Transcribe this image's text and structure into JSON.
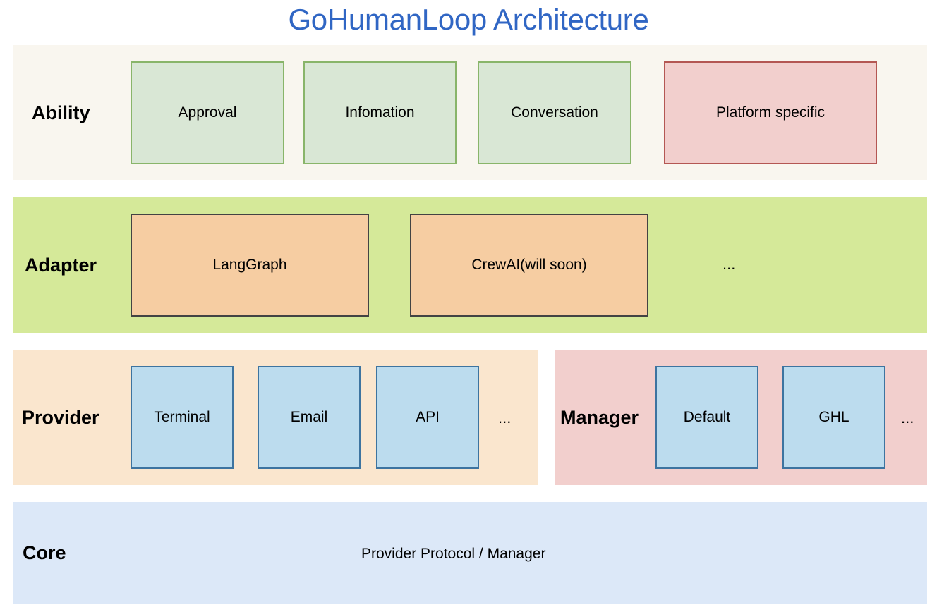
{
  "title": "GoHumanLoop Architecture",
  "colors": {
    "title": "#3066c4",
    "ability_layer_bg": "#f9f6ef",
    "adapter_layer_bg": "#d5e999",
    "provider_layer_bg": "#fae6ce",
    "manager_layer_bg": "#f2cfcd",
    "core_layer_bg": "#dce8f8",
    "green_box_fill": "#d9e7d5",
    "green_box_border": "#89b56a",
    "red_box_fill": "#f2cfcd",
    "red_box_border": "#b45753",
    "orange_box_fill": "#f6cda2",
    "orange_box_border": "#434343",
    "blue_box_fill": "#bcdcee",
    "blue_box_border": "#3d74a0"
  },
  "layers": {
    "ability": {
      "label": "Ability",
      "items": [
        "Approval",
        "Infomation",
        "Conversation",
        "Platform specific"
      ]
    },
    "adapter": {
      "label": "Adapter",
      "items": [
        "LangGraph",
        "CrewAI(will soon)"
      ],
      "more": "..."
    },
    "provider": {
      "label": "Provider",
      "items": [
        "Terminal",
        "Email",
        "API"
      ],
      "more": "..."
    },
    "manager": {
      "label": "Manager",
      "items": [
        "Default",
        "GHL"
      ],
      "more": "..."
    },
    "core": {
      "label": "Core",
      "text": "Provider Protocol / Manager"
    }
  }
}
